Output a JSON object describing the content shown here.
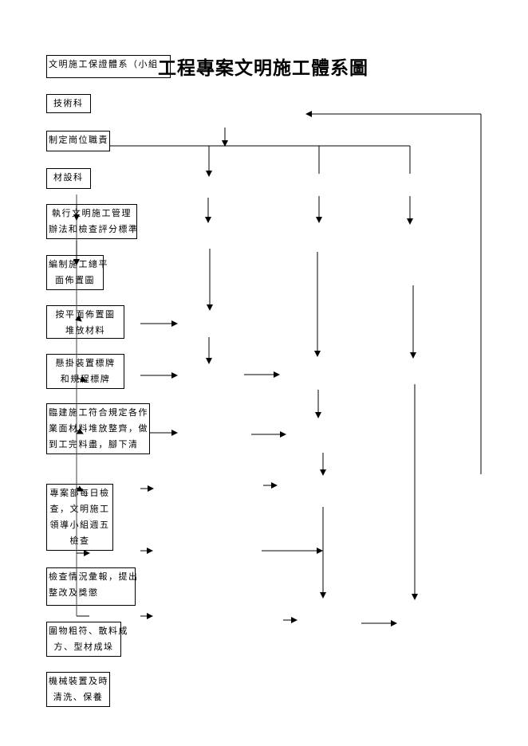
{
  "title": "工程專案文明施工體系圖",
  "boxes": [
    {
      "lines": [
        "文明施工保證體系（小組"
      ]
    },
    {
      "lines": [
        "技術科"
      ]
    },
    {
      "lines": [
        "制定崗位職責"
      ]
    },
    {
      "lines": [
        "材設科"
      ]
    },
    {
      "lines": [
        "執行文明施工管理",
        "辦法和檢查評分標準"
      ]
    },
    {
      "lines": [
        "編制施工總平",
        "面佈置圖"
      ]
    },
    {
      "lines": [
        "按平面佈置圖",
        "堆放材料"
      ]
    },
    {
      "lines": [
        "懸掛裝置標牌",
        "和規程標牌"
      ]
    },
    {
      "lines": [
        "臨建施工符合規定各作",
        "業面材料堆放整齊，做",
        "到工完料盡，腳下清"
      ]
    },
    {
      "lines": [
        "專案部每日檢",
        "查，文明施工",
        "領導小組週五",
        "檢查"
      ]
    },
    {
      "lines": [
        "檢查情況彙報，提出",
        "整改及獎懲"
      ]
    },
    {
      "lines": [
        "圍物粗符、散料成",
        "方、型材成垛"
      ]
    },
    {
      "lines": [
        "機械裝置及時",
        "清洗、保養"
      ]
    }
  ]
}
